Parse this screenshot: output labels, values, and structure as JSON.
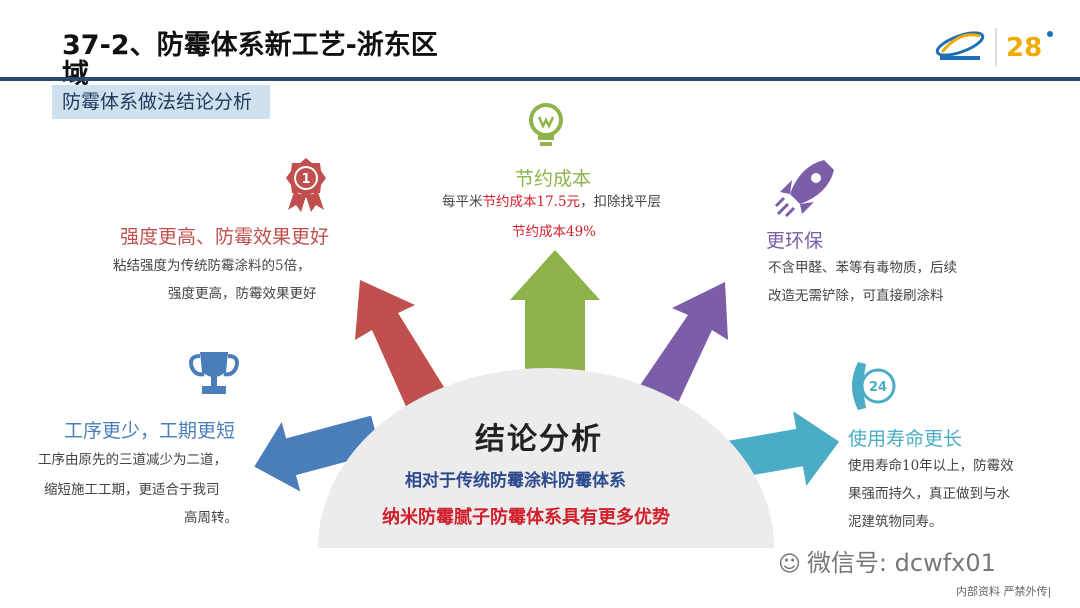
{
  "header": {
    "title_line1": "37-2、防霉体系新工艺-浙东区",
    "title_line2": "域",
    "subtitle": "防霉体系做法结论分析",
    "logo_number": "28"
  },
  "center": {
    "title": "结论分析",
    "line1": "相对于传统防霉涂料防霉体系",
    "line2": "纳米防霉腻子防霉体系具有更多优势"
  },
  "items": {
    "cost": {
      "heading": "节约成本",
      "desc_prefix": "每平米",
      "desc_highlight": "节约成本17.5元",
      "desc_suffix": "，扣除找平层",
      "desc_line2": "节约成本49%",
      "icon": "lightbulb-icon",
      "color": "#8db34a"
    },
    "strength": {
      "heading": "强度更高、防霉效果更好",
      "desc_line1": "粘结强度为传统防霉涂料的5倍，",
      "desc_line2": "强度更高，防霉效果更好",
      "icon": "award-badge-icon",
      "color": "#c0504d"
    },
    "eco": {
      "heading": "更环保",
      "desc_line1": "不含甲醛、苯等有毒物质，后续",
      "desc_line2": "改造无需铲除，可直接刷涂料",
      "icon": "rocket-icon",
      "color": "#7b5ea7"
    },
    "process": {
      "heading": "工序更少，工期更短",
      "desc_line1": "工序由原先的三道减少为二道，",
      "desc_line2": "缩短施工工期，更适合于我司",
      "desc_line3": "高周转。",
      "icon": "trophy-icon",
      "color": "#4a7ebb"
    },
    "life": {
      "heading": "使用寿命更长",
      "desc_line1": "使用寿命10年以上，防霉效",
      "desc_line2": "果强而持久，真正做到与水",
      "desc_line3": "泥建筑物同寿。",
      "icon": "phone-24-icon",
      "icon_text": "24",
      "color": "#4bacc6"
    }
  },
  "watermark": "微信号: dcwfx01",
  "footer": "内部资料 严禁外传|"
}
